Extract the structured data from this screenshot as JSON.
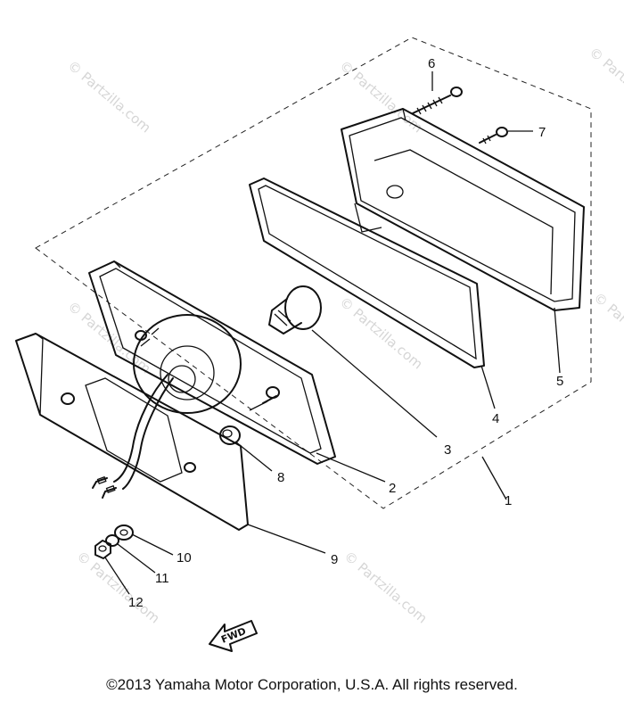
{
  "callouts": {
    "c1": "1",
    "c2": "2",
    "c3": "3",
    "c4": "4",
    "c5": "5",
    "c6": "6",
    "c7": "7",
    "c8": "8",
    "c9": "9",
    "c10": "10",
    "c11": "11",
    "c12": "12"
  },
  "fwd_label": "FWD",
  "watermark": "© Partzilla.com",
  "copyright": "©2013 Yamaha Motor Corporation, U.S.A. All rights reserved."
}
